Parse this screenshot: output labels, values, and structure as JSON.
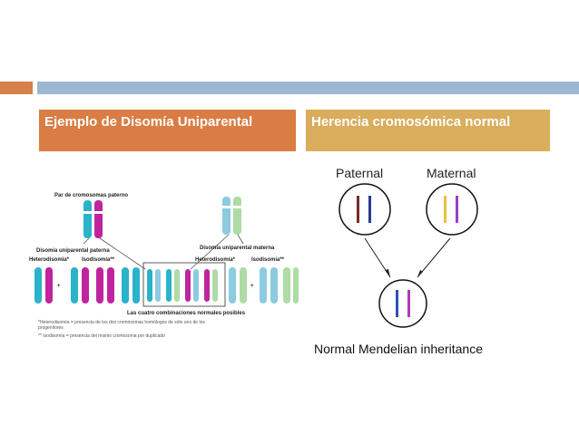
{
  "slide": {
    "left_title": "Ejemplo de Disomía Uniparental",
    "right_title": "Herencia cromosómica normal"
  },
  "left_diagram": {
    "paternal_pair_label": "Par de cromosomas paterno",
    "paternal_disomy_label": "Disomia uniparental paterna",
    "maternal_disomy_label": "Disomía uniparental materna",
    "heterodisomy_left": "Heterodisomia*",
    "isodisomy_left": "Isodisomía**",
    "heterodisomy_right": "Heterodisomía*",
    "isodisomy_right": "Isodisomía**",
    "normal_combinations_label": "Las cuatro combinaciones normales posibles",
    "note_1a": "*Heterodisomía = presencia de los dos cromosomas homólogos de sólo uno de los",
    "note_1b": "progenitores",
    "note_2": "** Isodisomía = presencia del mismo cromosoma por duplicado",
    "colors": {
      "paternal": "#2ab3c9",
      "maternal": "#c0249f",
      "paternal_alt": "#8ccbe0",
      "maternal_alt": "#aedba6"
    }
  },
  "right_diagram": {
    "paternal_label": "Paternal",
    "maternal_label": "Maternal",
    "caption": "Normal Mendelian inheritance",
    "colors": {
      "dark_red": "#7a2a2a",
      "navy": "#2b3a8c",
      "yellow": "#e8c23c",
      "purple": "#9a3fc2",
      "blue": "#2f4fb8",
      "violet": "#b03ab8"
    }
  }
}
